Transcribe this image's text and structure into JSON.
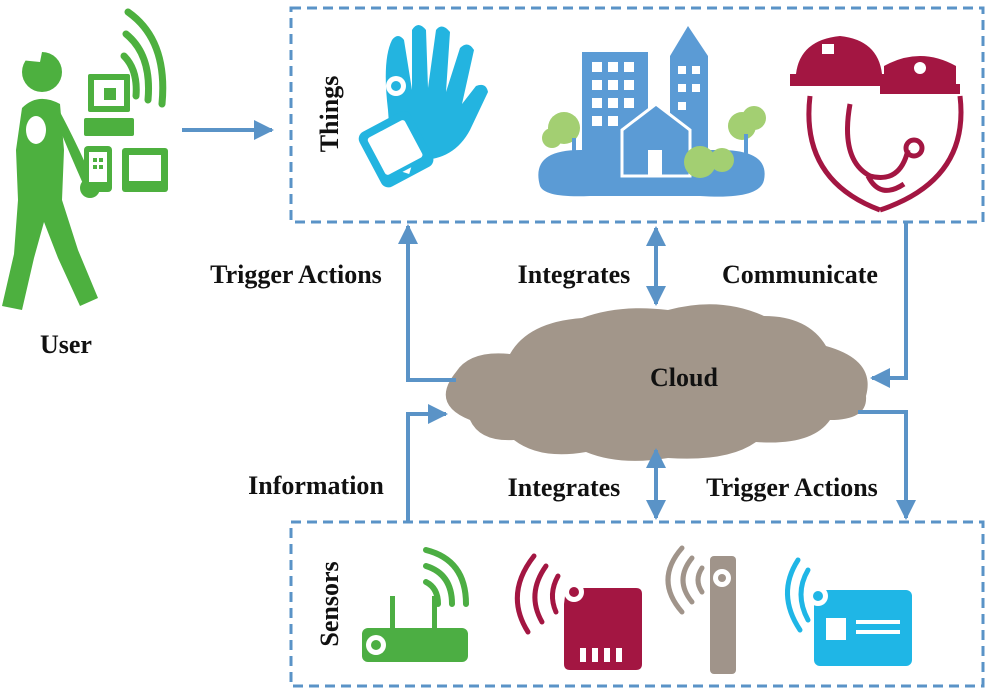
{
  "labels": {
    "user": "User",
    "things": "Things",
    "sensors": "Sensors",
    "cloud": "Cloud",
    "trigger_actions_top": "Trigger Actions",
    "integrates_top": "Integrates",
    "communicate": "Communicate",
    "information": "Information",
    "integrates_bottom": "Integrates",
    "trigger_actions_bottom": "Trigger Actions"
  },
  "colors": {
    "arrow": "#5a93c7",
    "box_border": "#5a93c7",
    "user_green": "#4db03f",
    "things_cyan": "#23b4e0",
    "city_blue": "#5b9bd5",
    "tree_green": "#a3cf72",
    "health_crimson": "#a31642",
    "cloud_taupe": "#a2968a",
    "sensor_green": "#4cae43",
    "sensor_crimson": "#a31642",
    "sensor_taupe": "#a0948a",
    "sensor_cyan": "#1fb6e6"
  },
  "icons": [
    "user-icon",
    "wearable-hand-icon",
    "smart-city-icon",
    "health-safety-icon",
    "cloud-shape",
    "router-icon",
    "sd-card-icon",
    "rod-sensor-icon",
    "id-card-icon"
  ]
}
